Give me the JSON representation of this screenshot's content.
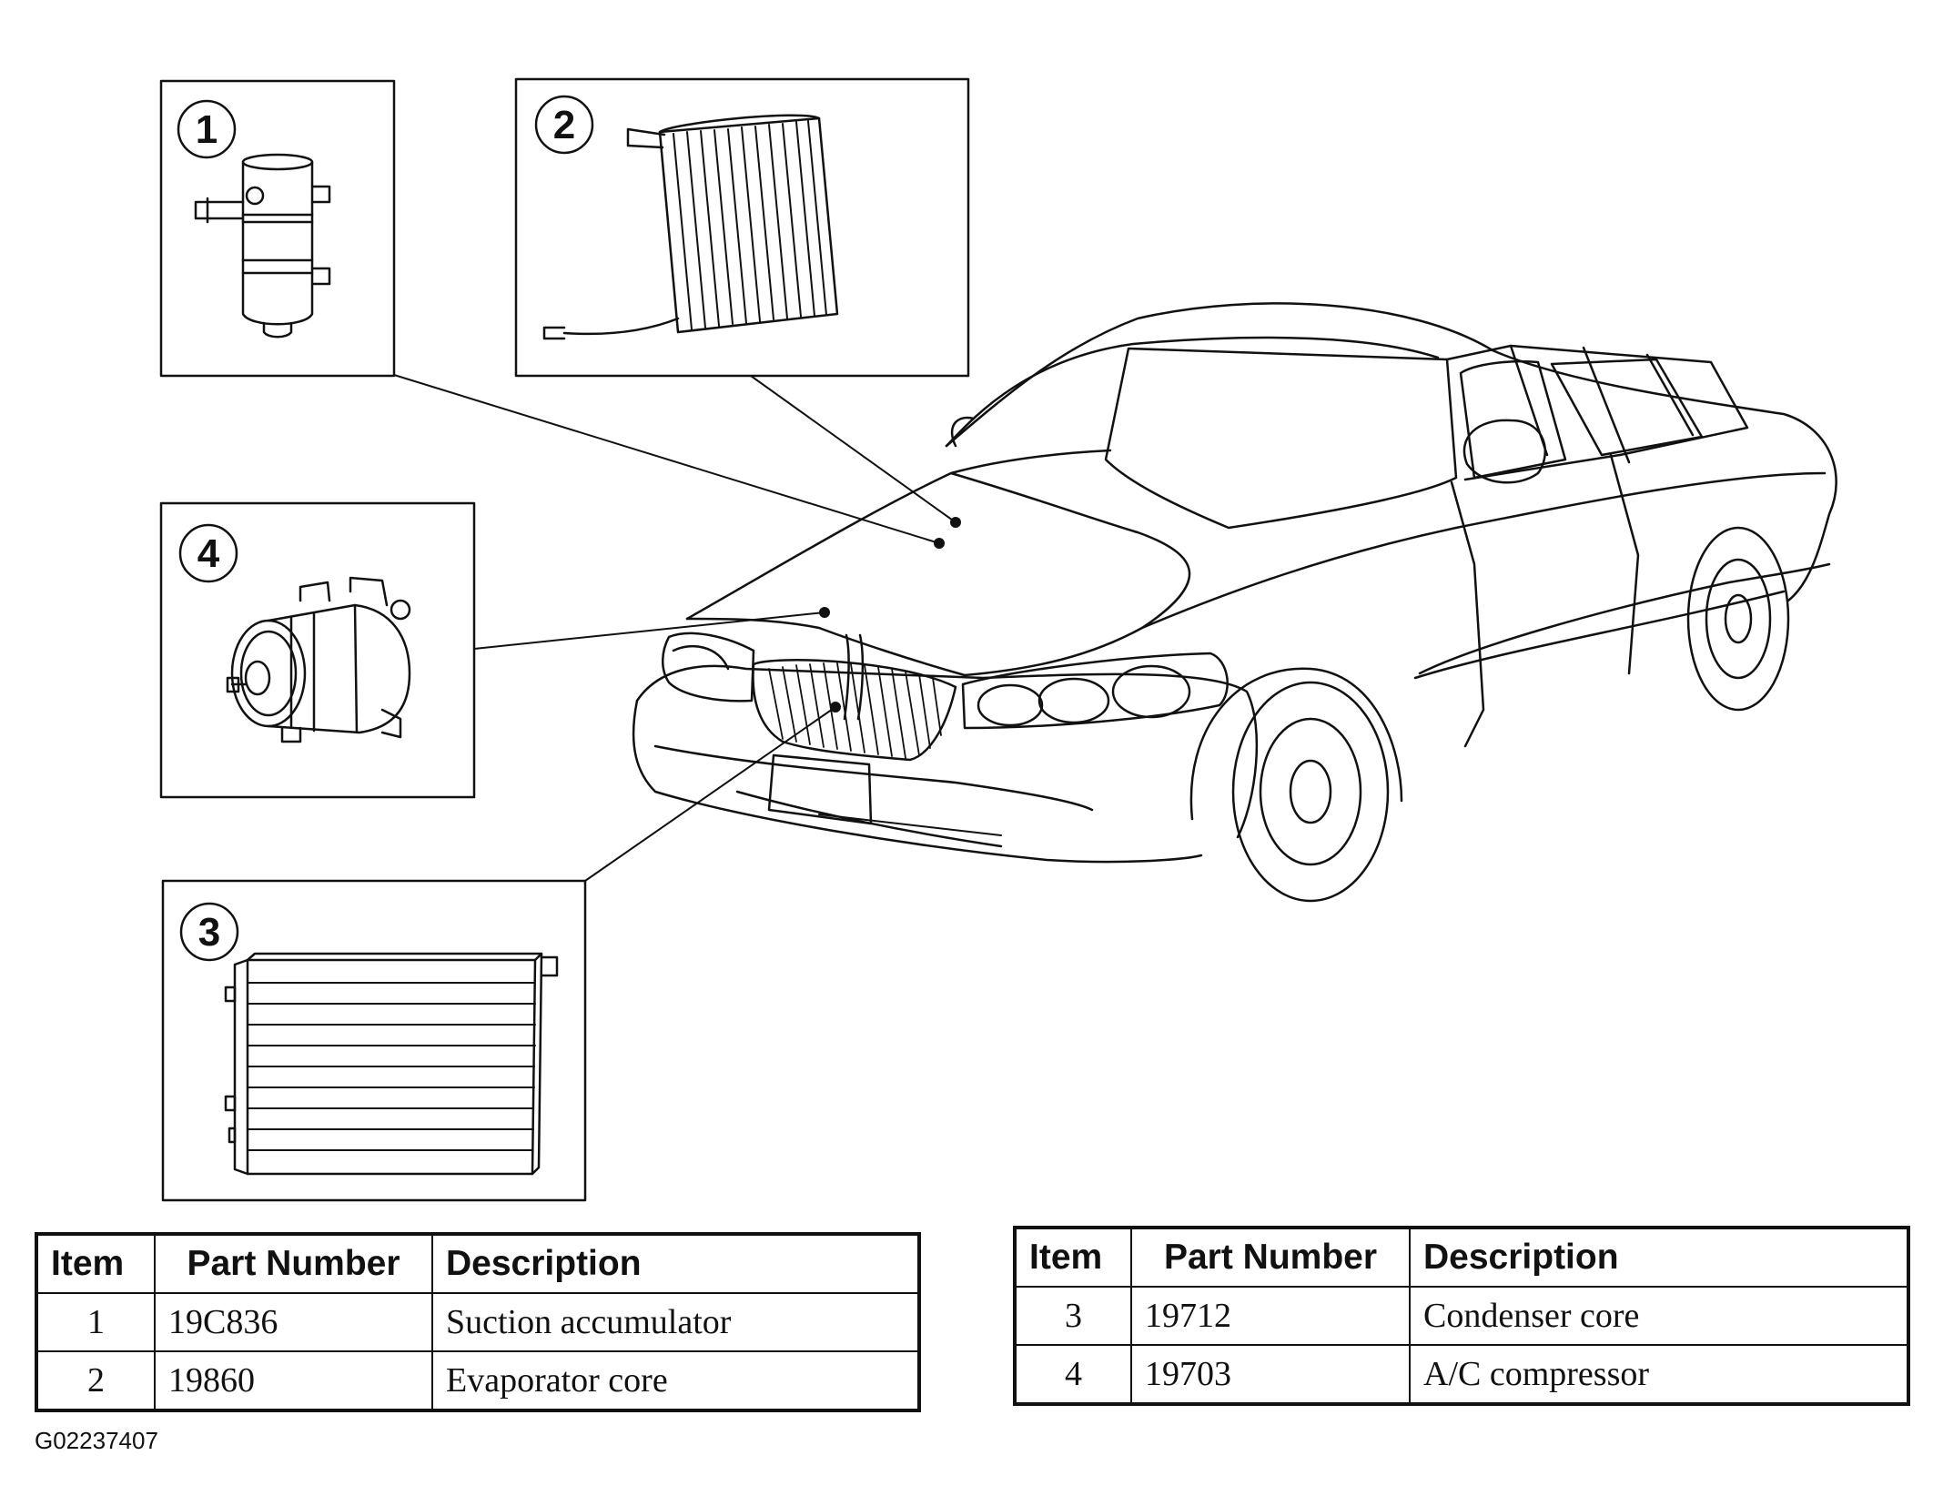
{
  "callouts": [
    "1",
    "2",
    "3",
    "4"
  ],
  "tables": [
    {
      "headers": [
        "Item",
        "Part Number",
        "Description"
      ],
      "rows": [
        [
          "1",
          "19C836",
          "Suction accumulator"
        ],
        [
          "2",
          "19860",
          "Evaporator core"
        ]
      ]
    },
    {
      "headers": [
        "Item",
        "Part Number",
        "Description"
      ],
      "rows": [
        [
          "3",
          "19712",
          "Condenser core"
        ],
        [
          "4",
          "19703",
          "A/C compressor"
        ]
      ]
    }
  ],
  "figure_code": "G02237407"
}
